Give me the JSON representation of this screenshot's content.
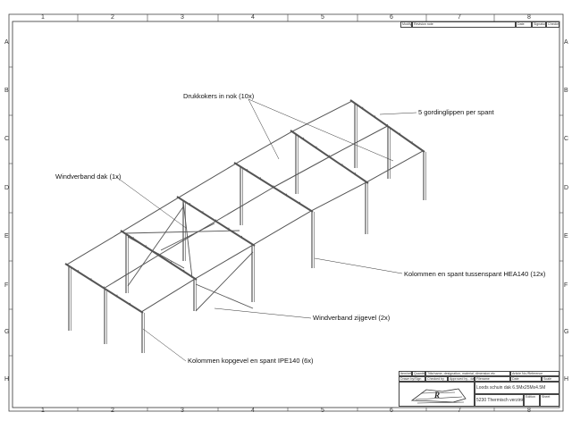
{
  "sheet": {
    "columns": [
      "1",
      "2",
      "3",
      "4",
      "5",
      "6",
      "7",
      "8"
    ],
    "rows": [
      "A",
      "B",
      "C",
      "D",
      "E",
      "F",
      "G",
      "H"
    ]
  },
  "revision_table": {
    "headers": [
      "Modify",
      "Revision note",
      "Date",
      "Signature",
      "Checked"
    ]
  },
  "annotations": {
    "ridge_struts": "Drukkokers in nok (10x)",
    "purlin_cleats": "5 gordinglippen per spant",
    "roof_bracing": "Windverband dak (1x)",
    "intermediate_frames": "Kolommen en spant tussenspant HEA140 (12x)",
    "side_bracing": "Windverband zijgevel (2x)",
    "gable_frames": "Kolommen kopgevel en spant IPE140 (6x)"
  },
  "title_block": {
    "item_ref": "Item/ref",
    "quantity": "Quantity",
    "title_header": "Title/name, designation, material, dimension etc",
    "article_no": "Article No./Reference",
    "drawn_by": "Drawn by/Sign",
    "checked_by": "Checked by",
    "approved_by": "Approved by - date",
    "filename": "Filename",
    "date": "Date",
    "scale": "Scale",
    "title": "Loods schuin dak 6.5Mx25Mx4.5M",
    "subtitle": "5230 Thermisch verzinkt",
    "edition": "Edition",
    "sheet": "Sheet",
    "logo_text": "Ratex"
  },
  "colors": {
    "line": "#333333",
    "steel": "#555555"
  }
}
